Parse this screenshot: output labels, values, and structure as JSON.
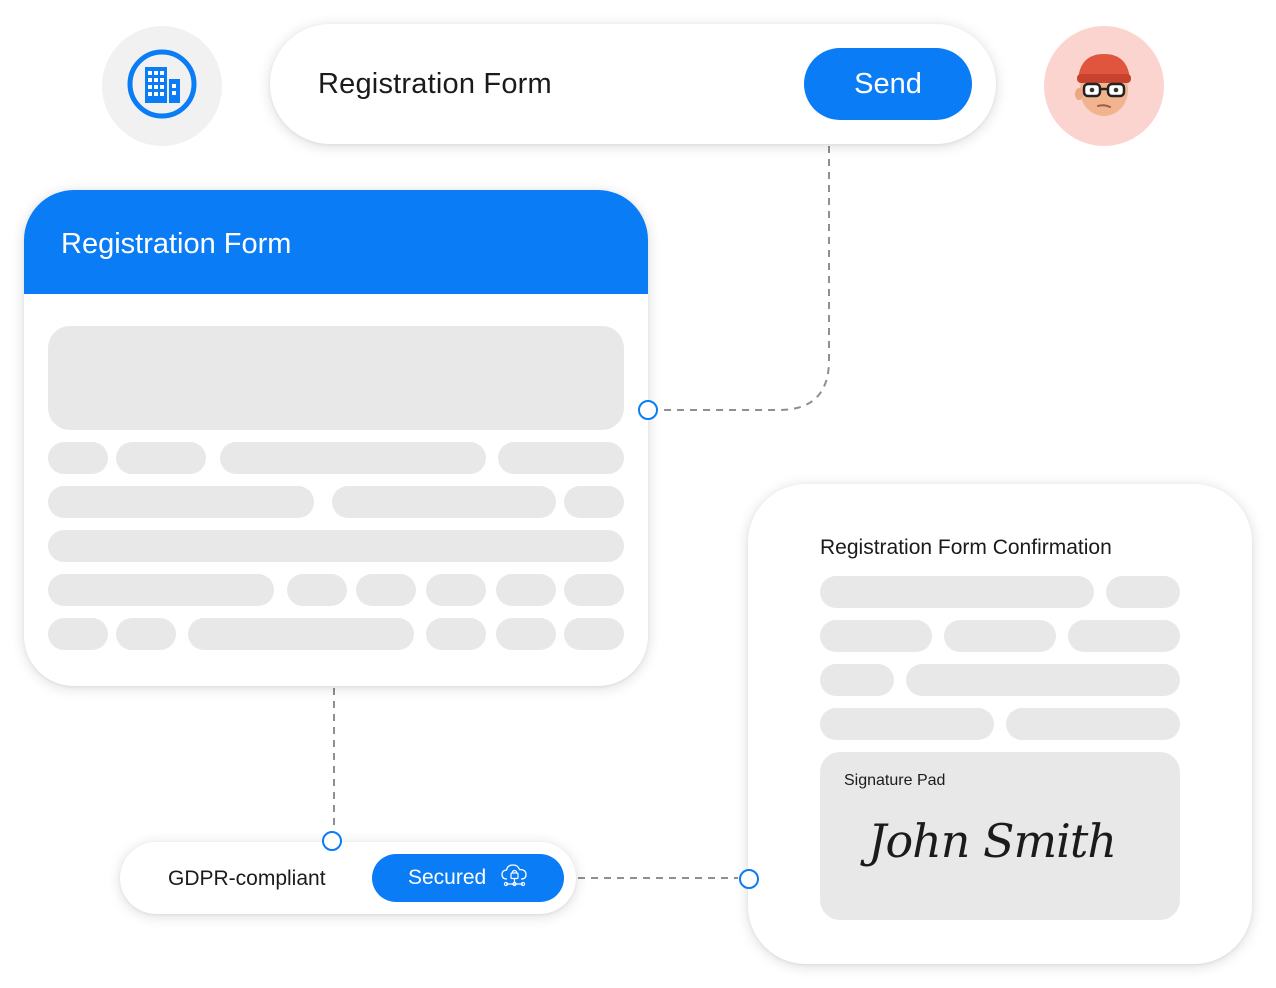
{
  "top_bar": {
    "title": "Registration Form",
    "send_label": "Send"
  },
  "form_card": {
    "title": "Registration Form"
  },
  "confirmation_card": {
    "title": "Registration Form Confirmation",
    "signature_pad_label": "Signature Pad",
    "signature": "John Smith"
  },
  "gdpr": {
    "label": "GDPR-compliant",
    "secured_label": "Secured"
  },
  "icons": {
    "building": "building-icon",
    "avatar": "user-avatar",
    "cloud_lock": "cloud-lock-icon"
  },
  "colors": {
    "accent": "#0a7cf5",
    "placeholder": "#e8e8e8",
    "avatar_bg": "#fcd4cf",
    "icon_bg": "#f1f1f1"
  }
}
